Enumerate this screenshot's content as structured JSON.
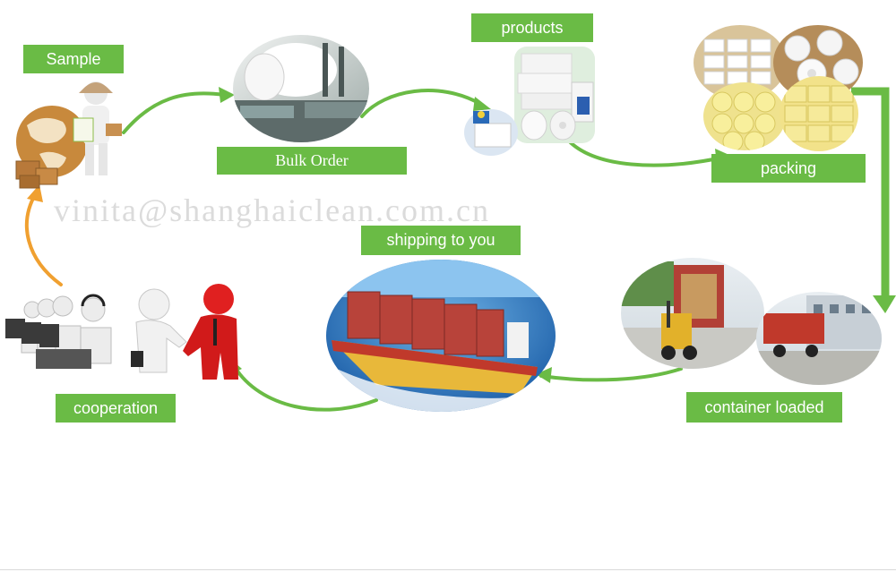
{
  "watermark": "vinita@shanghaiclean.com.cn",
  "steps": {
    "sample": "Sample",
    "bulk_order": "Bulk Order",
    "products": "products",
    "packing": "packing",
    "shipping": "shipping to you",
    "container": "container loaded",
    "cooperation": "cooperation"
  },
  "colors": {
    "label_green": "#6abb45",
    "arrow_green": "#6abb45",
    "arrow_orange": "#f0a030"
  }
}
